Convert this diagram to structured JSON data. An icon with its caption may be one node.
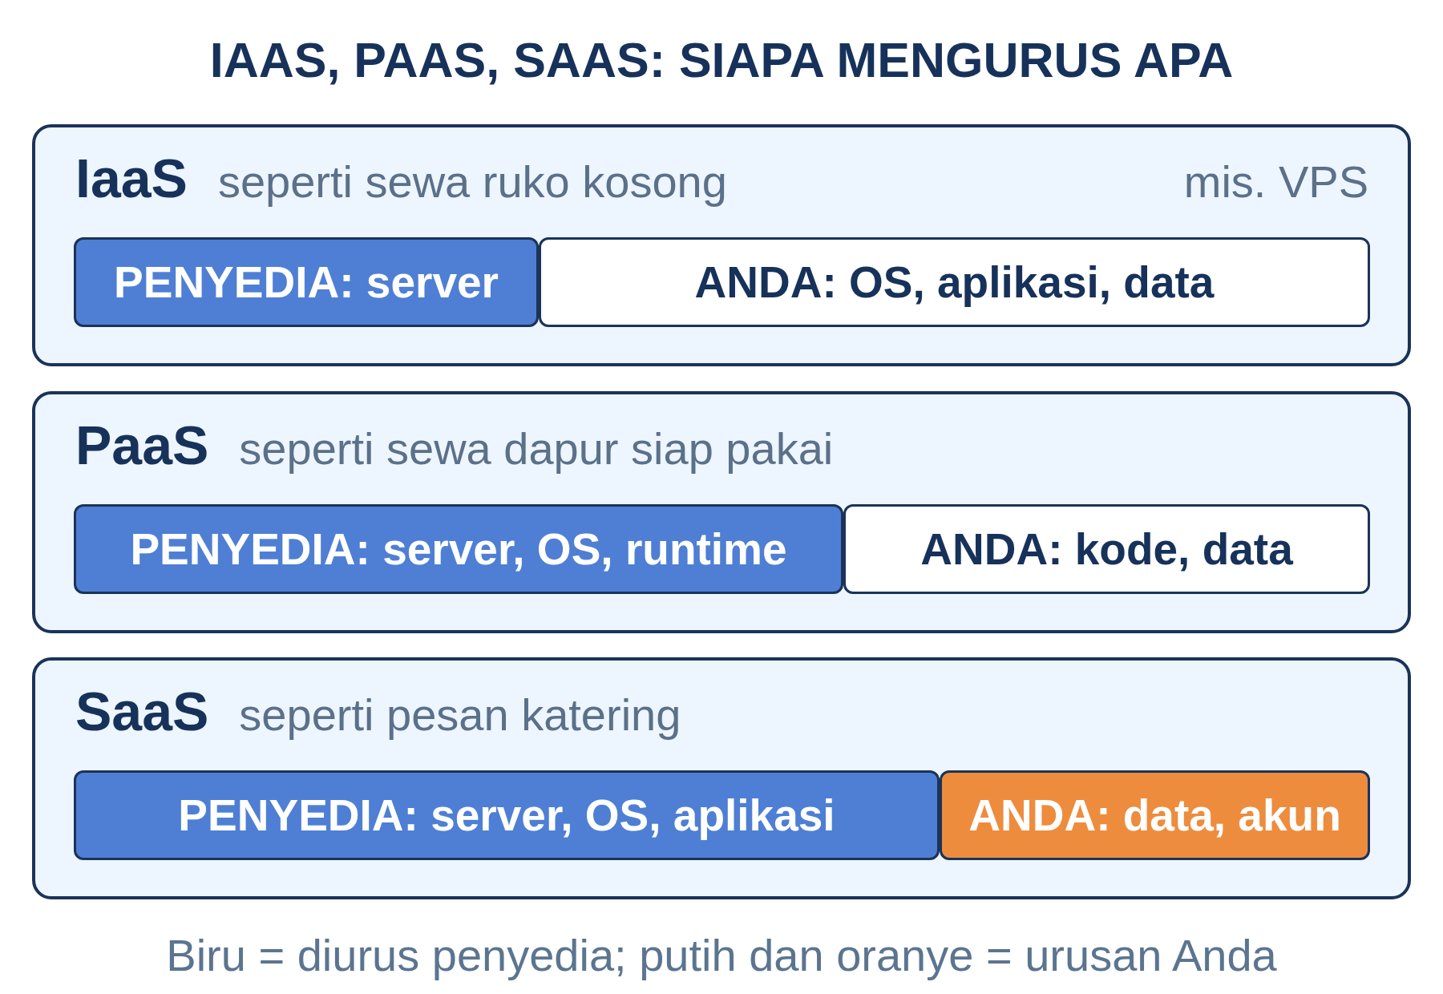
{
  "diagram": {
    "title": "IAAS, PAAS, SAAS: SIAPA MENGURUS APA",
    "caption": "Biru = diurus penyedia; putih dan oranye = urusan Anda",
    "nodes": [
      {
        "text": [
          "IaaS",
          "seperti sewa ruko kosong",
          "mis. VPS"
        ]
      },
      {
        "text": [
          "PENYEDIA: server"
        ],
        "in": 0
      },
      {
        "text": [
          "ANDA: OS, aplikasi, data"
        ],
        "in": 0
      },
      {
        "text": [
          "PaaS",
          "seperti sewa dapur siap pakai"
        ]
      },
      {
        "text": [
          "PENYEDIA: server, OS, runtime"
        ],
        "in": 3
      },
      {
        "text": [
          "ANDA: kode, data"
        ],
        "in": 3
      },
      {
        "text": [
          "SaaS",
          "seperti pesan katering"
        ]
      },
      {
        "text": [
          "PENYEDIA: server, OS, aplikasi"
        ],
        "in": 6
      },
      {
        "text": [
          "ANDA: data, akun"
        ],
        "in": 6
      }
    ]
  }
}
